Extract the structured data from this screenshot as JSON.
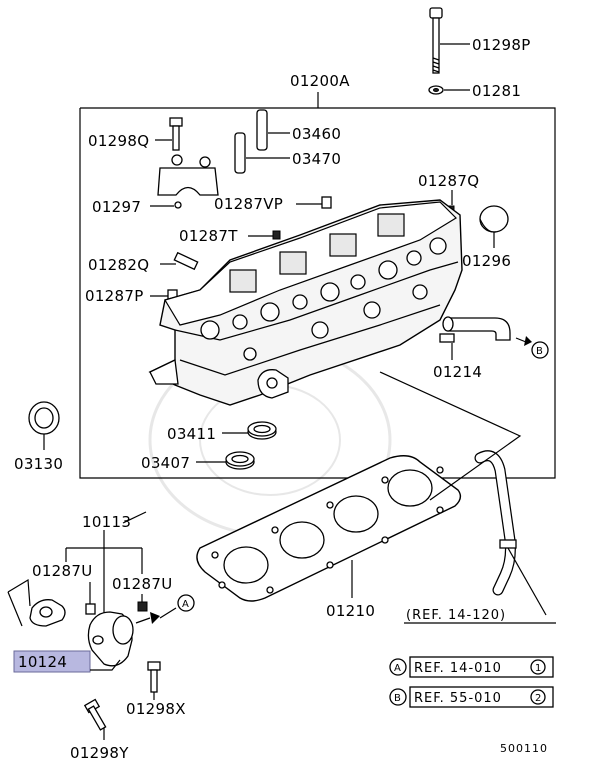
{
  "parts": {
    "p01298P": "01298P",
    "p01281": "01281",
    "p01200A": "01200A",
    "p01298Q": "01298Q",
    "p03460": "03460",
    "p03470": "03470",
    "p01287Q": "01287Q",
    "p01297": "01297",
    "p01287VP": "01287VP",
    "p01287T": "01287T",
    "p01296": "01296",
    "p01282Q": "01282Q",
    "p01287P": "01287P",
    "p01214": "01214",
    "p03130": "03130",
    "p03411": "03411",
    "p03407": "03407",
    "p10113": "10113",
    "p01287U_a": "01287U",
    "p01287U_b": "01287U",
    "p01210": "01210",
    "p10124": "10124",
    "p01298X": "01298X",
    "p01298Y": "01298Y"
  },
  "refs": {
    "ref_14_120": "(REF. 14-120)",
    "ref_a_letter": "A",
    "ref_a_text": "REF. 14-010",
    "ref_a_num": "1",
    "ref_b_letter": "B",
    "ref_b_text": "REF. 55-010",
    "ref_b_num": "2",
    "arrow_a": "A",
    "arrow_b": "B"
  },
  "diagram_id": "500110",
  "highlight_color": "#b8b8e0"
}
